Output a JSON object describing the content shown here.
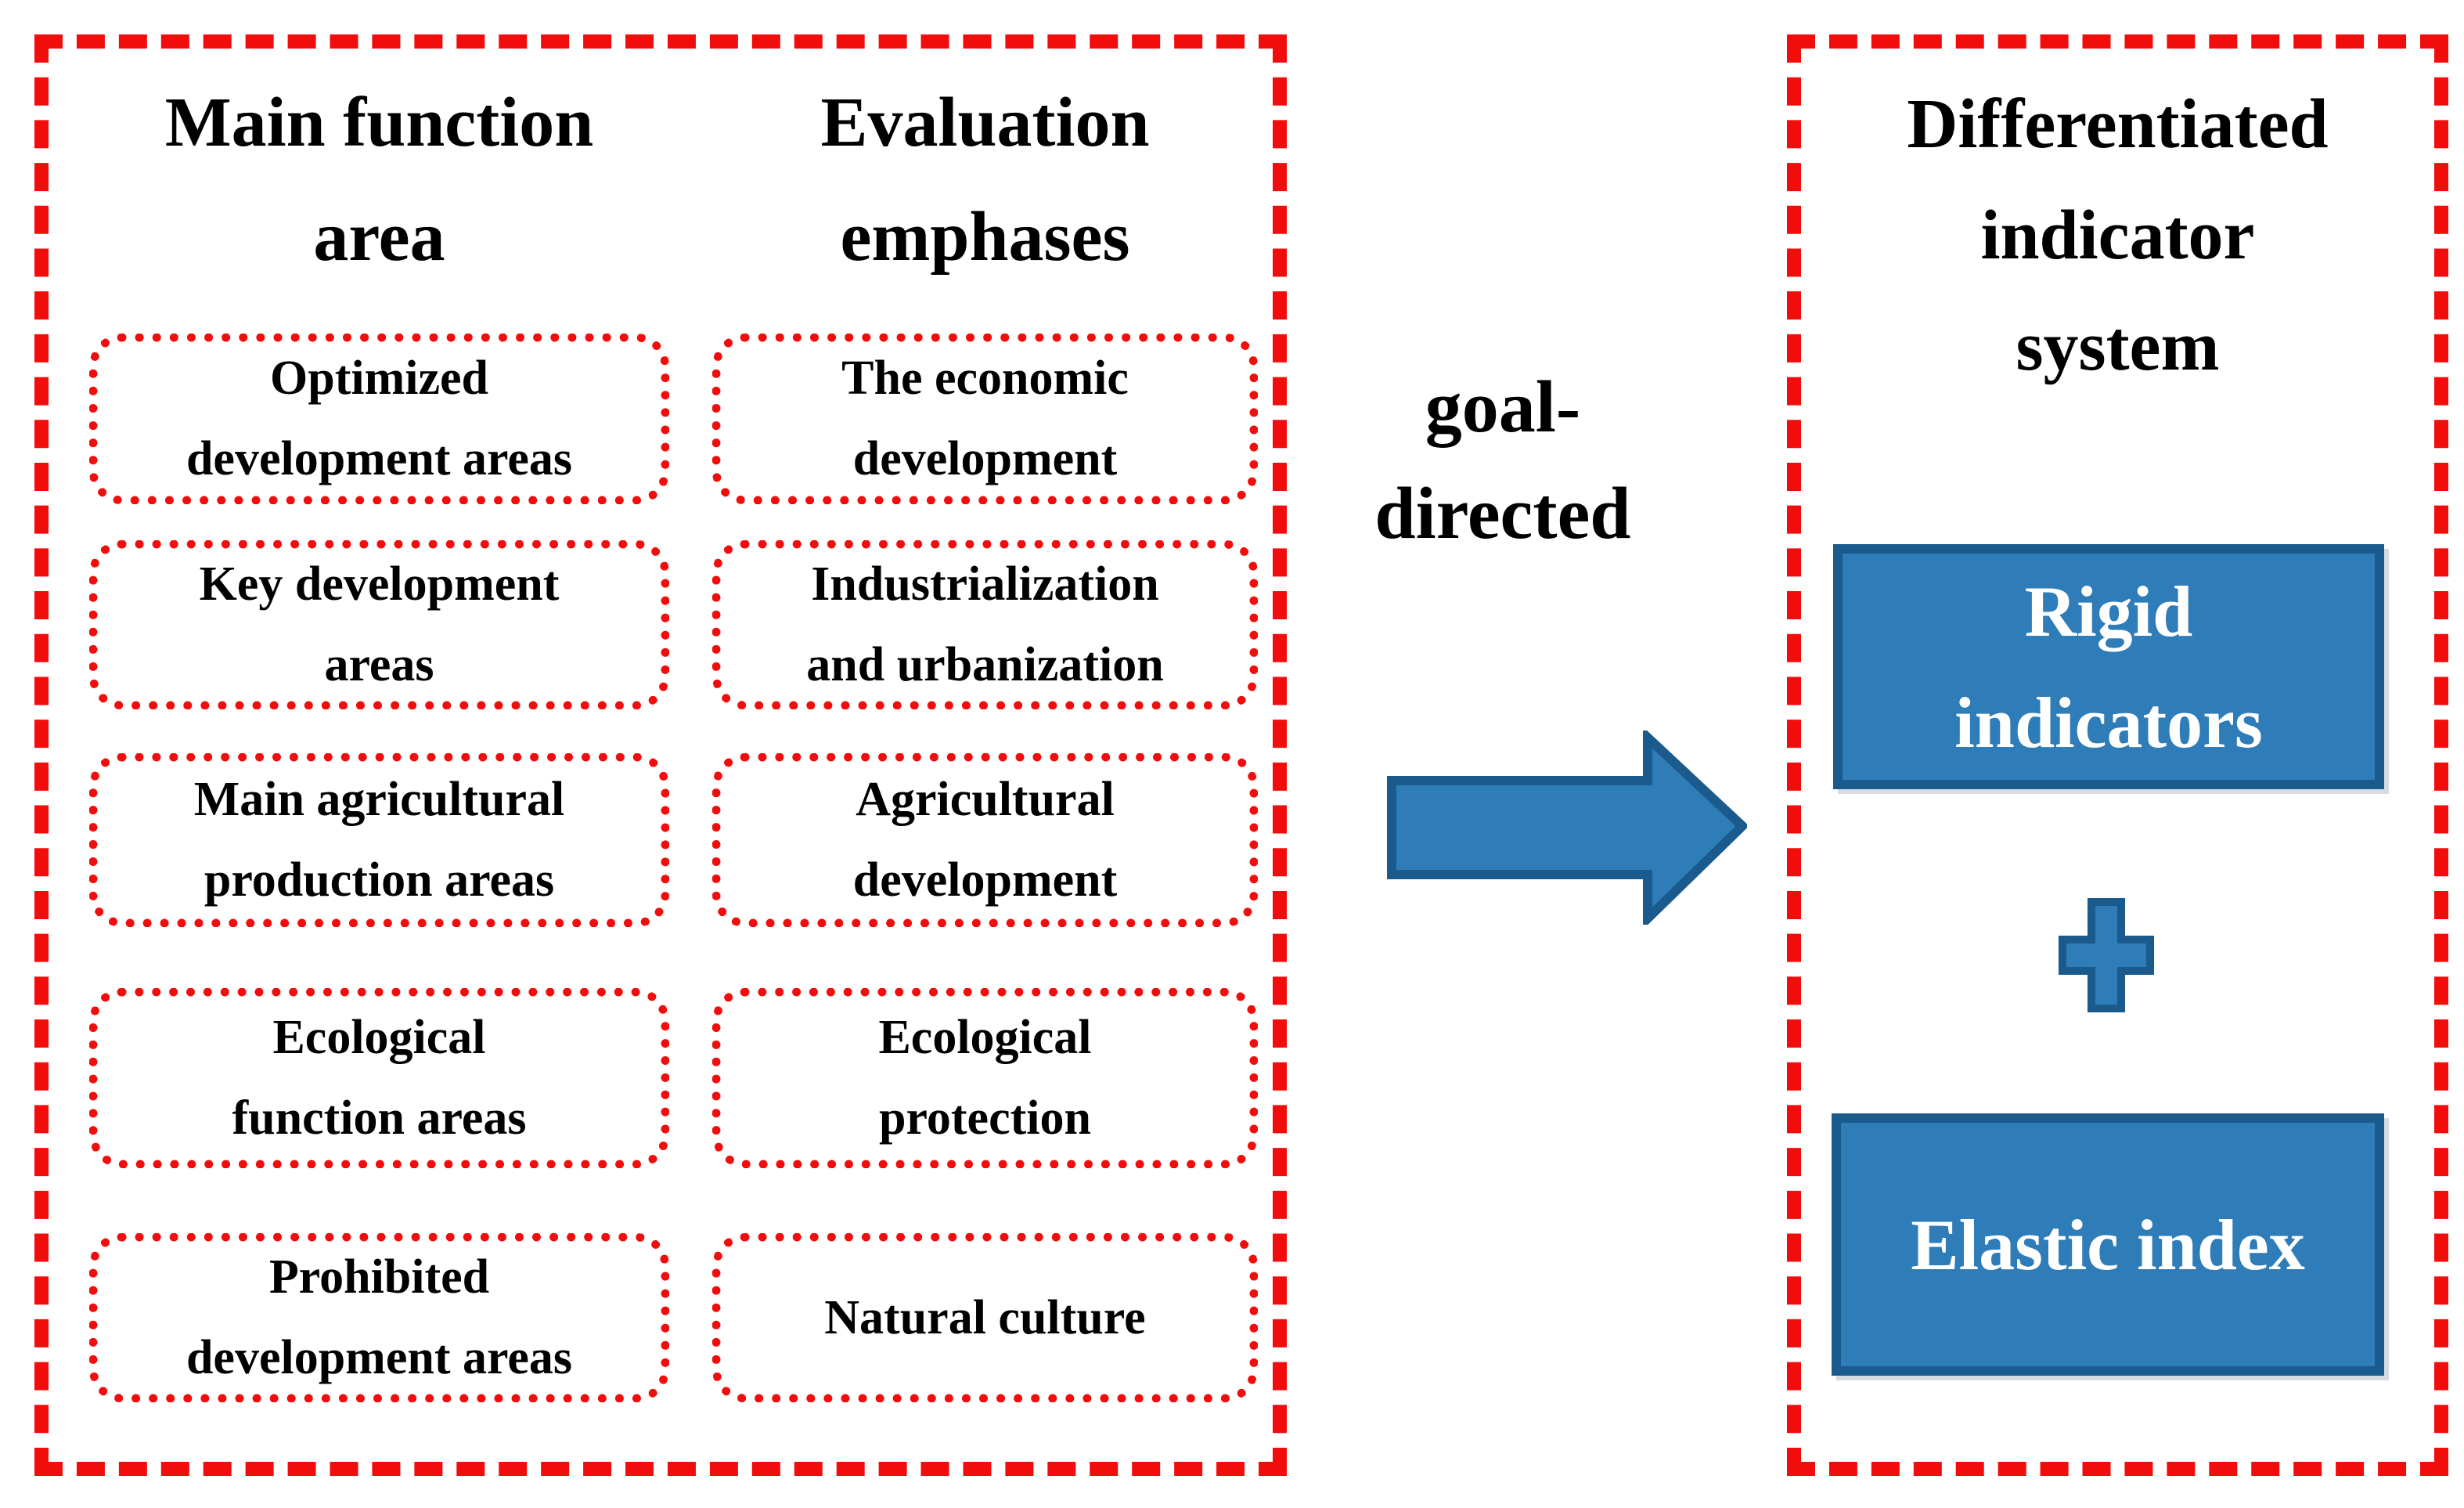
{
  "left_panel": {
    "columns": [
      {
        "header": "Main function\narea",
        "boxes": [
          "Optimized\ndevelopment areas",
          "Key development\nareas",
          "Main agricultural\nproduction areas",
          "Ecological\nfunction areas",
          "Prohibited\ndevelopment areas"
        ]
      },
      {
        "header": "Evaluation\nemphases",
        "boxes": [
          "The economic\ndevelopment",
          "Industrialization\nand urbanization",
          "Agricultural\ndevelopment",
          "Ecological\nprotection",
          "Natural culture"
        ]
      }
    ]
  },
  "connector": {
    "label": "goal-\ndirected",
    "arrow_icon": "right-block-arrow"
  },
  "right_panel": {
    "header": "Differentiated\nindicator\nsystem",
    "rigid_box_label": "Rigid\nindicators",
    "plus_icon": "plus",
    "elastic_box_label": "Elastic index"
  },
  "colors": {
    "red": "#f20d0d",
    "blue_fill": "#2e7cb8",
    "blue_border": "#1a5a8c",
    "text": "#000000",
    "box_text": "#ffffff",
    "background": "#ffffff"
  }
}
